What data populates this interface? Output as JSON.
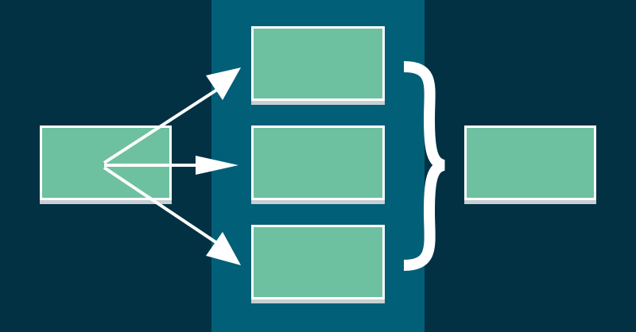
{
  "colors": {
    "band_outer": "#013143",
    "band_middle": "#025f78",
    "node_fill": "#6dc1a0",
    "node_border": "#ffffff",
    "connector": "#ffffff"
  },
  "nodes": [
    {
      "id": "source",
      "label": ""
    },
    {
      "id": "branch-1",
      "label": ""
    },
    {
      "id": "branch-2",
      "label": ""
    },
    {
      "id": "branch-3",
      "label": ""
    },
    {
      "id": "result",
      "label": ""
    }
  ],
  "edges": [
    {
      "from": "source",
      "to": "branch-1",
      "kind": "arrow"
    },
    {
      "from": "source",
      "to": "branch-2",
      "kind": "arrow"
    },
    {
      "from": "source",
      "to": "branch-3",
      "kind": "arrow"
    }
  ],
  "groupings": [
    {
      "kind": "curly-brace",
      "members": [
        "branch-1",
        "branch-2",
        "branch-3"
      ],
      "points_to": "result"
    }
  ]
}
